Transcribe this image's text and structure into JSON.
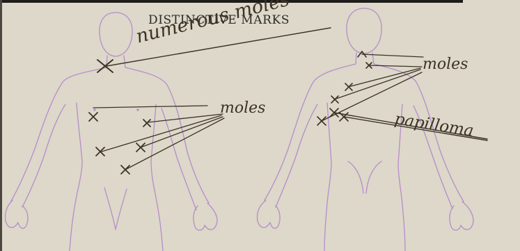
{
  "form": {
    "section_title": "DISTINCTIVE MARKS"
  },
  "annotations": {
    "front_neck": "numerous moles",
    "front_torso": "moles",
    "back_upper": "moles",
    "back_lower": "papilloma"
  },
  "colors": {
    "paper": "#ddd8c9",
    "outline_ink": "#b78ccb",
    "handwriting_ink": "#3b3326",
    "print_ink": "#2c2a28"
  }
}
